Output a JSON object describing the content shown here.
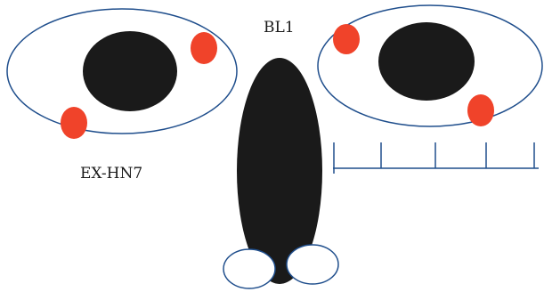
{
  "labels": {
    "bl1": "BL1",
    "ex_hn7": "EX-HN7"
  },
  "colors": {
    "outline": "#1f4e8c",
    "dark": "#1a1a1a",
    "red": "#f0432a",
    "background": "#ffffff"
  },
  "scale_bar": {
    "tick_count": 5
  }
}
